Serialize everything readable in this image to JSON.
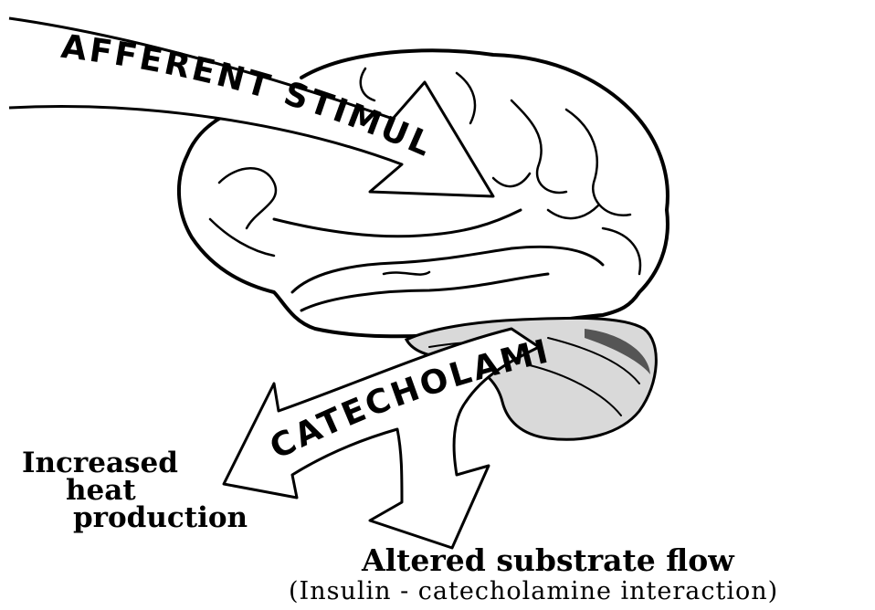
{
  "diagram": {
    "arrows": {
      "afferent": "AFFERENT STIMULUS",
      "catecholamines": "CATECHOLAMINES"
    },
    "outcomes": {
      "heat": {
        "line1": "Increased",
        "line2": "heat",
        "line3": "production"
      },
      "substrate": {
        "title": "Altered substrate flow",
        "note": "(Insulin - catecholamine interaction)"
      }
    }
  }
}
